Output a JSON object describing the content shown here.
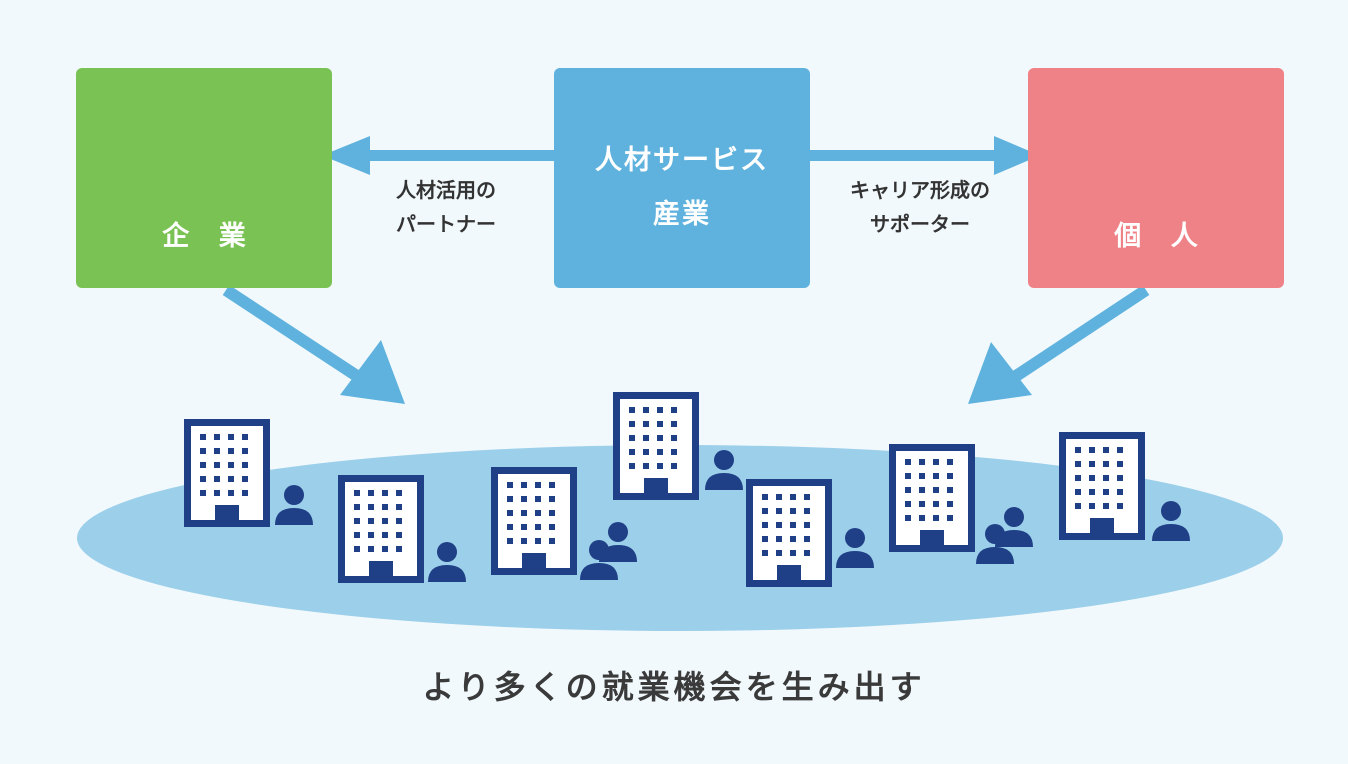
{
  "nodes": {
    "company": {
      "label": "企 業",
      "color": "#7bc254",
      "icon": "building-icon"
    },
    "industry": {
      "line1": "人材サービス",
      "line2": "産業",
      "color": "#5fb2dd"
    },
    "individual": {
      "label": "個 人",
      "color": "#ef8287",
      "icon": "person-icon"
    }
  },
  "edges": {
    "to_company": {
      "line1": "人材活用の",
      "line2": "パートナー"
    },
    "to_individual": {
      "line1": "キャリア形成の",
      "line2": "サポーター"
    }
  },
  "tagline": "より多くの就業機会を生み出す",
  "colors": {
    "arrow": "#5fb2dd",
    "ellipse": "#9ccfea",
    "icon_dark": "#1f3f86",
    "background": "#f1f9fd"
  }
}
